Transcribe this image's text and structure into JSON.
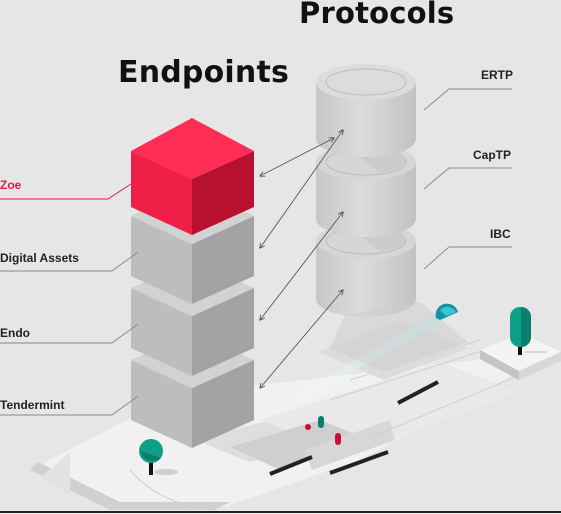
{
  "headings": {
    "protocols": "Protocols",
    "endpoints": "Endpoints"
  },
  "endpoints": [
    {
      "label": "Zoe",
      "highlight": true
    },
    {
      "label": "Digital Assets",
      "highlight": false
    },
    {
      "label": "Endo",
      "highlight": false
    },
    {
      "label": "Tendermint",
      "highlight": false
    }
  ],
  "protocols": [
    {
      "label": "ERTP"
    },
    {
      "label": "CapTP"
    },
    {
      "label": "IBC"
    }
  ],
  "colors": {
    "background": "#e6e6e6",
    "accent": "#e8173f",
    "block_top": "#d2d2d2",
    "block_left": "#bdbdbd",
    "block_right": "#a3a3a3",
    "tree": "#0f9e88",
    "beam": "#37c6d6"
  },
  "icons": [
    "tree-icon",
    "tree-icon",
    "figure-icon",
    "figure-icon",
    "dome-icon"
  ]
}
